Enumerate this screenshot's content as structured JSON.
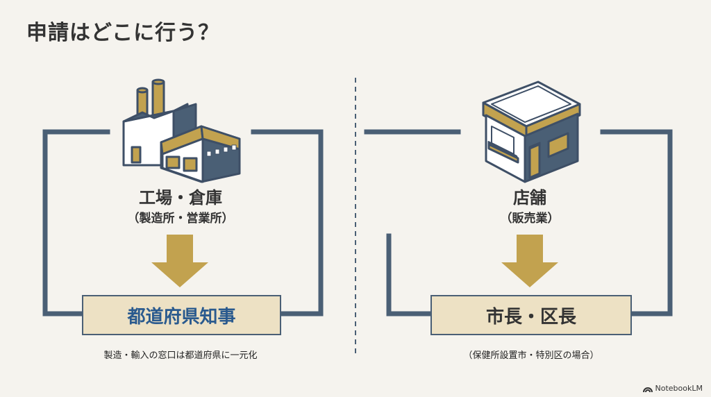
{
  "title": "申請はどこに行う？",
  "left": {
    "heading": "工場・倉庫",
    "subheading": "（製造所・営業所）",
    "authority": "都道府県知事",
    "note": "製造・輸入の窓口は都道府県に一元化",
    "icon": "factory-warehouse-icon"
  },
  "right": {
    "heading": "店舗",
    "subheading": "（販売業）",
    "authority": "市長・区長",
    "note": "（保健所設置市・特別区の場合）",
    "icon": "store-icon"
  },
  "brand": "NotebookLM",
  "colors": {
    "frame": "#4a5f75",
    "accent": "#c2a24f",
    "box_fill": "#ede1c4",
    "left_authority_text": "#2a5a8e",
    "right_authority_text": "#333333"
  }
}
